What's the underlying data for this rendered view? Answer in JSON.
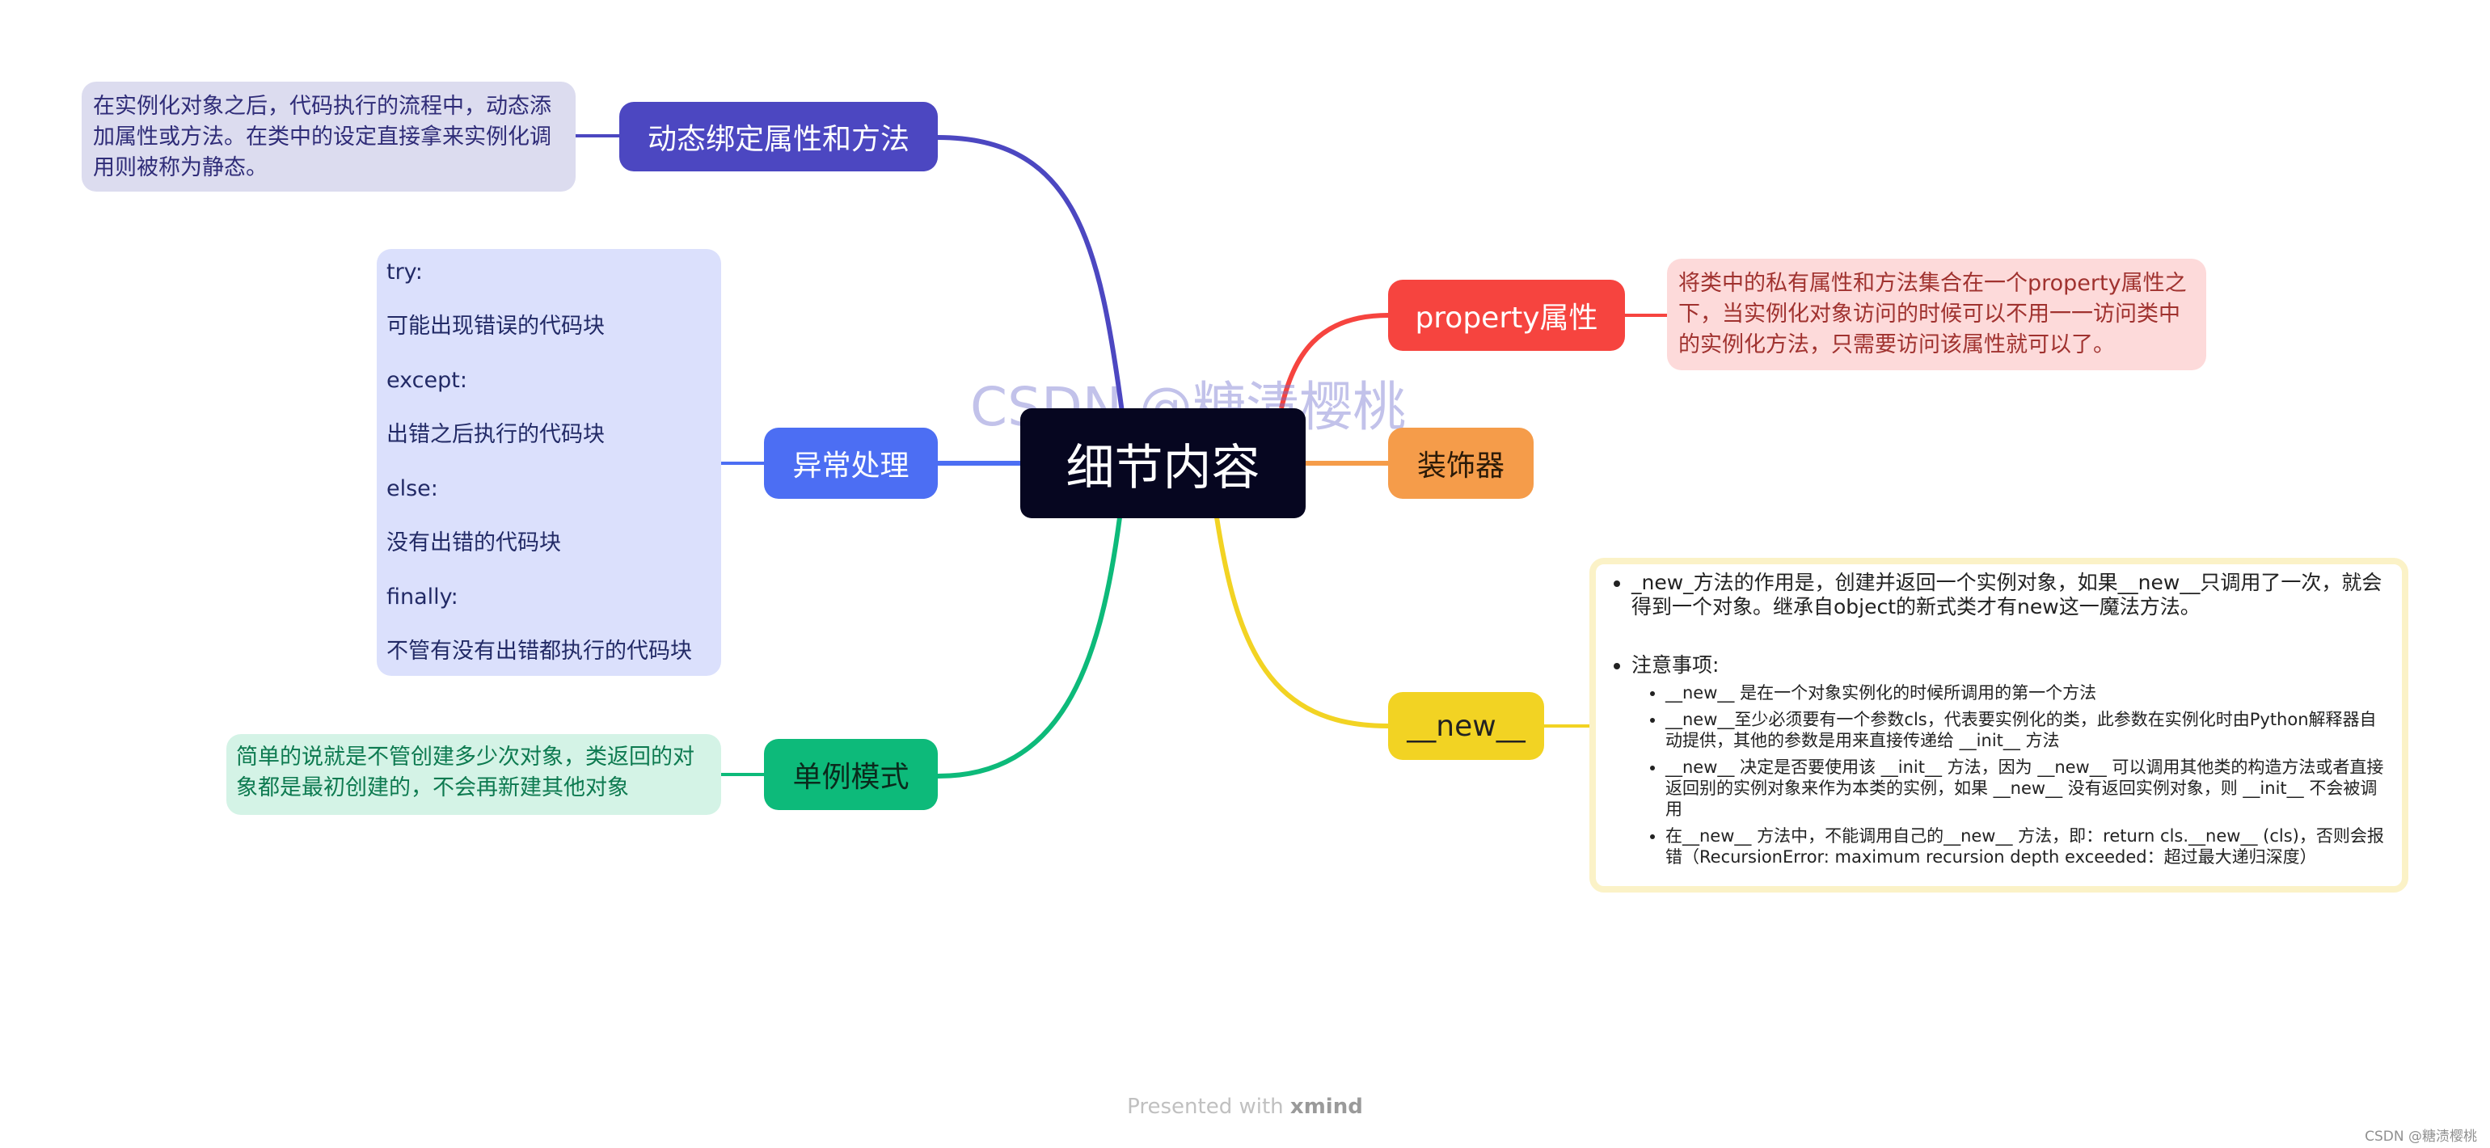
{
  "central": {
    "label": "细节内容",
    "color": "#060620"
  },
  "branches": {
    "dynamic": {
      "label": "动态绑定属性和方法",
      "color": "#4c47c1",
      "note": "在实例化对象之后，代码执行的流程中，动态添加属性或方法。在类中的设定直接拿来实例化调用则被称为静态。",
      "note_bg": "#dcdcef"
    },
    "exception": {
      "label": "异常处理",
      "color": "#4c6ef3",
      "note_bg": "#dbe0fc",
      "note_lines": [
        "try:",
        "可能出现错误的代码块",
        "except:",
        "出错之后执行的代码块",
        "else:",
        "没有出错的代码块",
        "finally:",
        "不管有没有出错都执行的代码块"
      ]
    },
    "singleton": {
      "label": "单例模式",
      "color": "#0dba7a",
      "note": "简单的说就是不管创建多少次对象，类返回的对象都是最初创建的，不会再新建其他对象",
      "note_bg": "#d4f3e6"
    },
    "property": {
      "label": "property属性",
      "color": "#f6443f",
      "note": "将类中的私有属性和方法集合在一个property属性之下，当实例化对象访问的时候可以不用一一访问类中的实例化方法，只需要访问该属性就可以了。",
      "note_bg": "#fddada"
    },
    "decorator": {
      "label": "装饰器",
      "color": "#f59c4a"
    },
    "new": {
      "label": "__new__",
      "color": "#f2d323",
      "note_border": "#fbf2c7",
      "bullet1": "_new_方法的作用是，创建并返回一个实例对象，如果__new__只调用了一次，就会得到一个对象。继承自object的新式类才有new这一魔法方法。",
      "bullet2": "注意事项:",
      "sub": [
        "__new__ 是在一个对象实例化的时候所调用的第一个方法",
        "__new__至少必须要有一个参数cls，代表要实例化的类，此参数在实例化时由Python解释器自动提供，其他的参数是用来直接传递给 __init__ 方法",
        "__new__ 决定是否要使用该 __init__ 方法，因为 __new__ 可以调用其他类的构造方法或者直接返回别的实例对象来作为本类的实例，如果 __new__ 没有返回实例对象，则 __init__ 不会被调用",
        "在__new__ 方法中，不能调用自己的__new__ 方法，即：return cls.__new__ (cls)，否则会报错（RecursionError: maximum recursion depth exceeded：超过最大递归深度）"
      ]
    }
  },
  "watermark": "CSDN @糖渍樱桃",
  "footer": {
    "prefix": "Presented with ",
    "brand": "xmind"
  },
  "corner": "CSDN @糖渍樱桃"
}
